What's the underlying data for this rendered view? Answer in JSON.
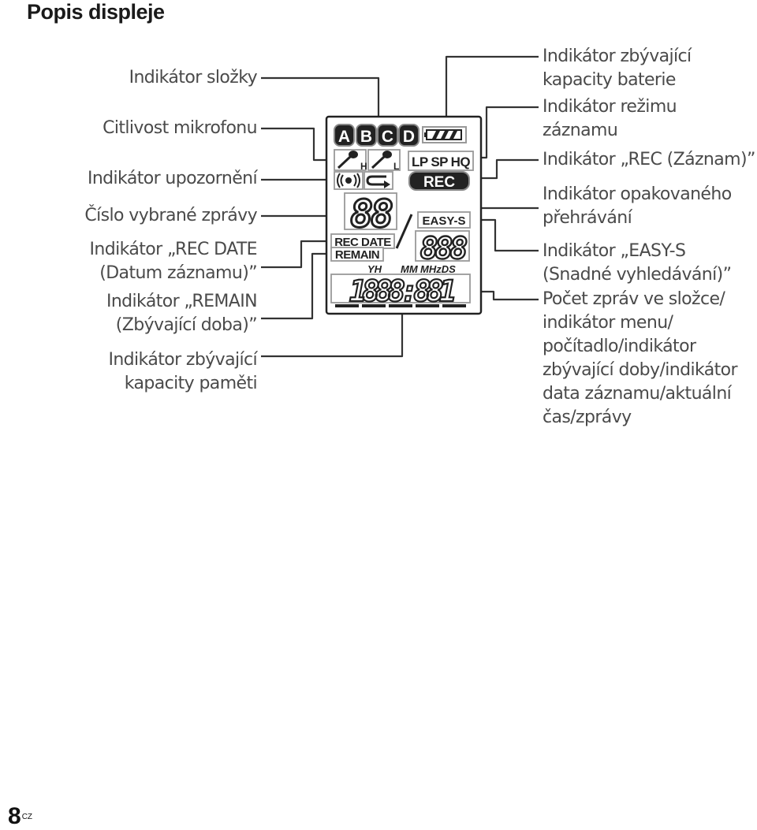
{
  "title": "Popis displeje",
  "labels_left": [
    [
      "Indikátor složky"
    ],
    [
      "Citlivost mikrofonu"
    ],
    [
      "Indikátor upozornění"
    ],
    [
      "Číslo vybrané zprávy"
    ],
    [
      "Indikátor „REC DATE",
      "(Datum záznamu)”"
    ],
    [
      "Indikátor „REMAIN",
      "(Zbývající doba)”"
    ],
    [
      "Indikátor zbývající",
      "kapacity paměti"
    ]
  ],
  "labels_right": [
    [
      "Indikátor zbývající",
      "kapacity baterie"
    ],
    [
      "Indikátor režimu",
      "záznamu"
    ],
    [
      "Indikátor „REC (Záznam)”"
    ],
    [
      "Indikátor opakovaného",
      "přehrávání"
    ],
    [
      "Indikátor „EASY-S",
      "(Snadné vyhledávání)”"
    ],
    [
      "Počet zpráv ve složce/",
      "indikátor menu/",
      "počítadlo/indikátor",
      "zbývající doby/indikátor",
      "data záznamu/aktuální",
      "čas/zprávy"
    ]
  ],
  "display": {
    "folders": [
      "A",
      "B",
      "C",
      "D"
    ],
    "mic_high": "H",
    "mic_low": "L",
    "modes": "LP SP HQ",
    "rec": "REC",
    "easy_s": "EASY-S",
    "rec_date": "REC DATE",
    "remain": "REMAIN",
    "units": [
      "YH",
      "MM",
      "MHzDS"
    ],
    "msg_digits": "88",
    "count_digits": "888",
    "time_digits": "1888:881"
  },
  "page": {
    "number": "8",
    "suffix": "CZ"
  }
}
